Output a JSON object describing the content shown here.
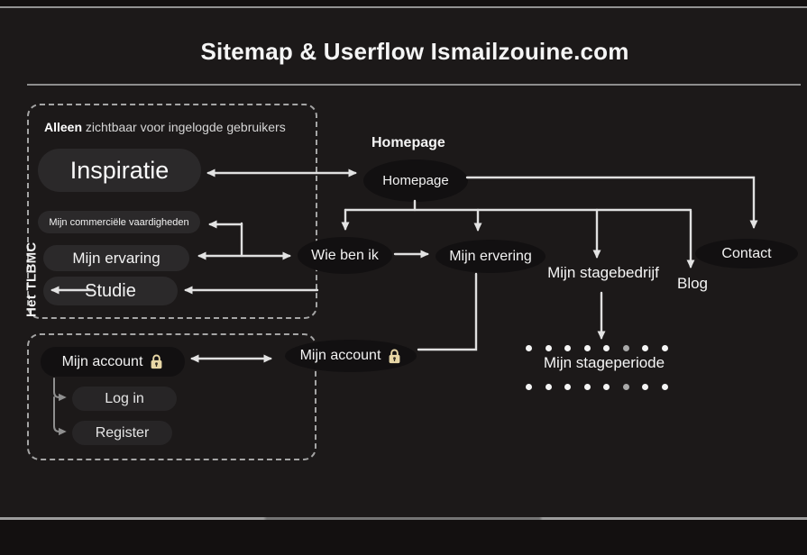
{
  "header": {
    "title": "Sitemap & Userflow Ismailzouine.com"
  },
  "loggedin_panel": {
    "note": {
      "bold": "Alleen",
      "rest": " zichtbaar voor ingelogde gebruikers"
    },
    "side_label": "Het TLBMC",
    "items": [
      {
        "id": "inspiratie",
        "label": "Inspiratie"
      },
      {
        "id": "commerciele-vaardigheden",
        "label": "Mijn commerciële vaardigheden"
      },
      {
        "id": "mijn-ervaring",
        "label": "Mijn ervaring"
      },
      {
        "id": "studie",
        "label": "Studie"
      }
    ]
  },
  "flow": {
    "homepage_heading": "Homepage",
    "nodes": {
      "homepage": "Homepage",
      "wie_ben_ik": "Wie ben ik",
      "mijn_ervering": "Mijn ervering",
      "contact": "Contact"
    },
    "labels": {
      "mijn_stagebedrijf": "Mijn stagebedrijf",
      "blog": "Blog",
      "mijn_stageperiode": "Mijn stageperiode"
    }
  },
  "account_panel": {
    "pill_label": "Mijn account",
    "node_label": "Mijn account",
    "lock_icon": "lock-icon",
    "children": [
      {
        "label": "Log in"
      },
      {
        "label": "Register"
      }
    ]
  },
  "colors": {
    "canvas_bg": "#1c1919",
    "node_dark": "#121011",
    "pill_light": "#2b292a",
    "arrow_line": "#e0e0e0",
    "lock": "#e8d7a6"
  }
}
